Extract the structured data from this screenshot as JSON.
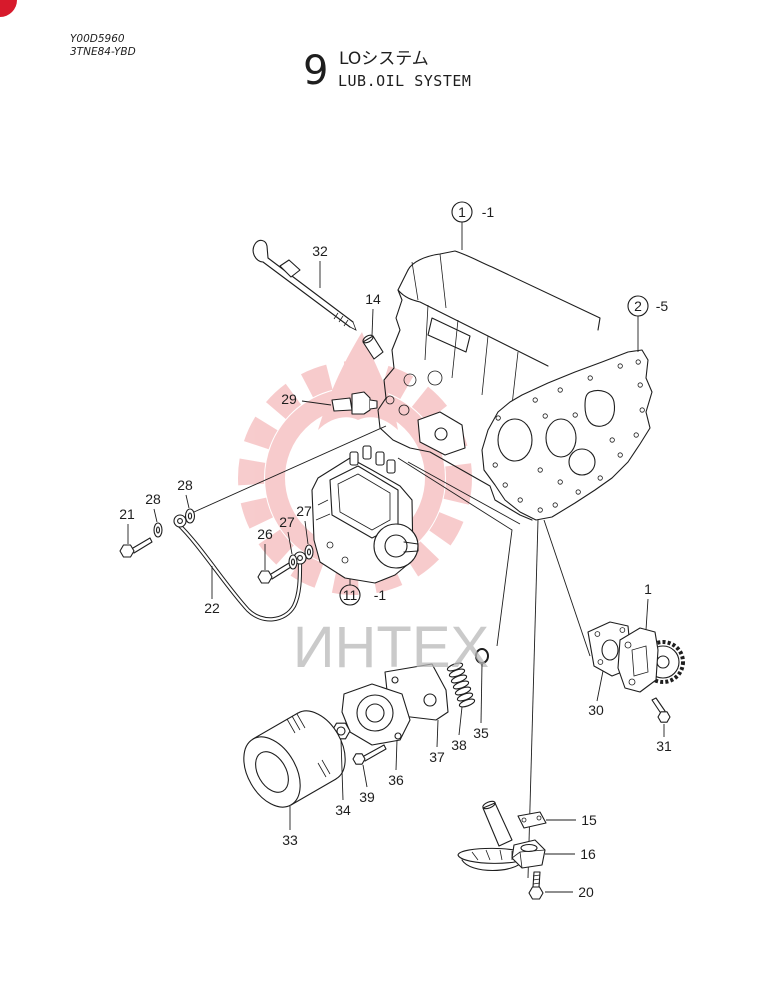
{
  "header": {
    "doc_code": "Y00D5960",
    "model": "3TNE84-YBD"
  },
  "title": {
    "section_number": "9",
    "title_jp": "LOシステム",
    "title_en": "LUB.OIL SYSTEM"
  },
  "assembly_refs": [
    {
      "ref": "1",
      "suffix": "-1"
    },
    {
      "ref": "2",
      "suffix": "-5"
    },
    {
      "ref": "11",
      "suffix": "-1"
    }
  ],
  "part_numbers": [
    "32",
    "14",
    "29",
    "28",
    "28",
    "21",
    "26",
    "27",
    "27",
    "22",
    "1",
    "30",
    "31",
    "35",
    "38",
    "37",
    "36",
    "39",
    "34",
    "33",
    "15",
    "16",
    "20"
  ],
  "watermark": "ИНТЕХ",
  "colors": {
    "line": "#1e1e1e",
    "background": "#ffffff",
    "watermark_logo": "#e23b3f",
    "watermark_text": "#b9b9b9",
    "corner_mark": "#d71a2c"
  }
}
